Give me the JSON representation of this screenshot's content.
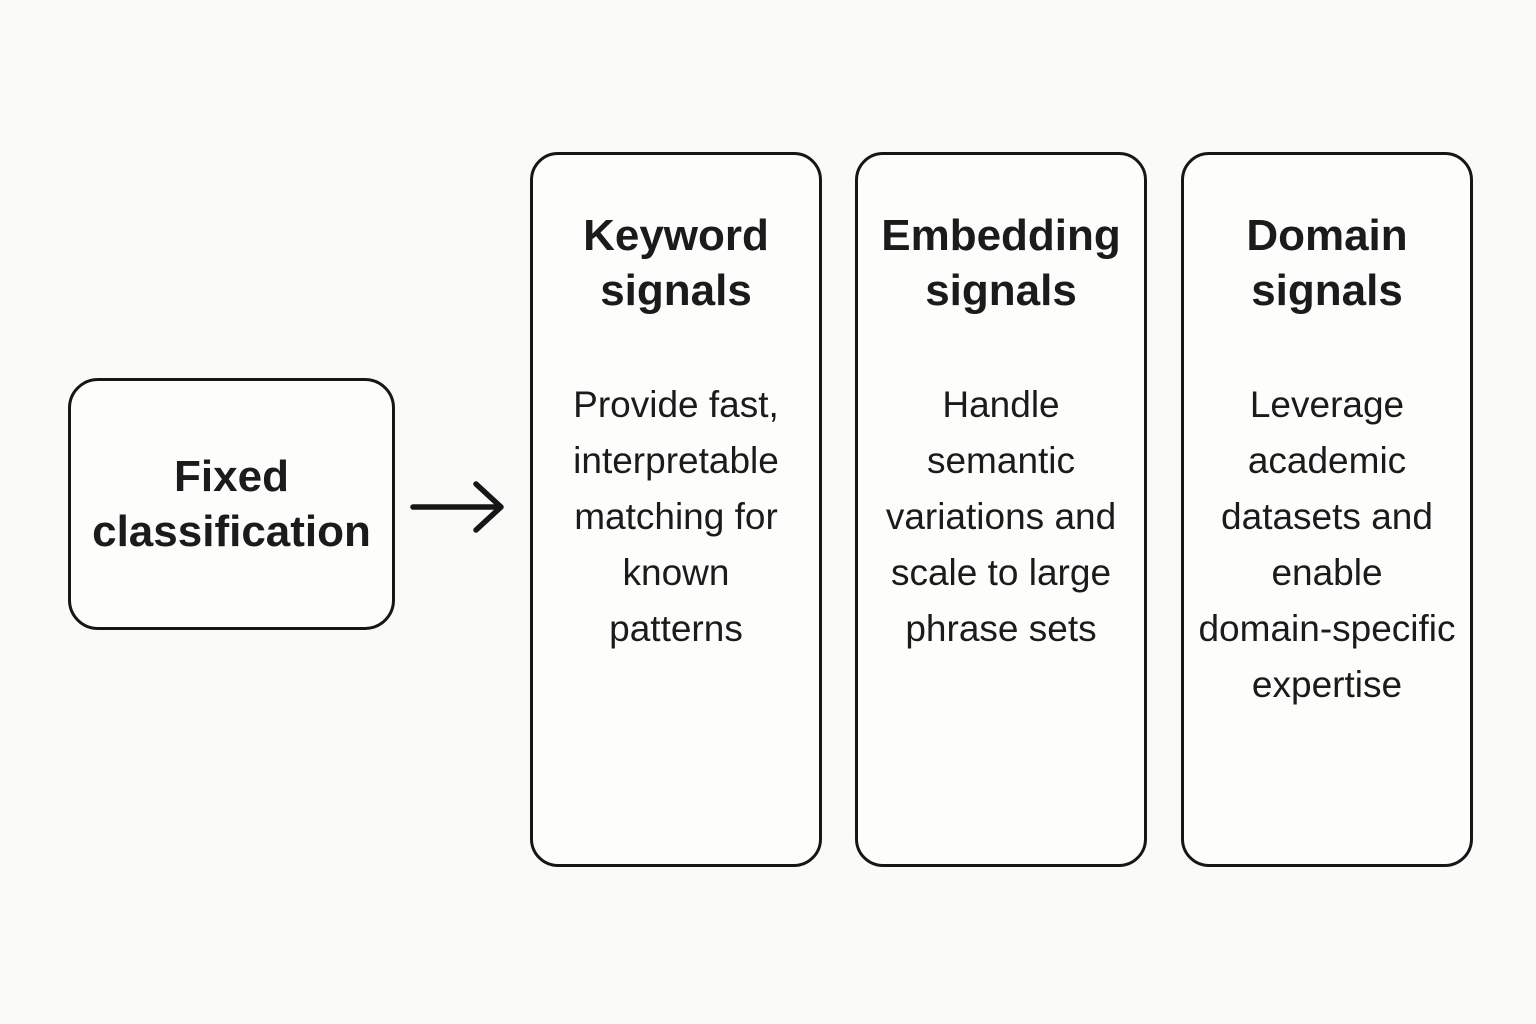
{
  "diagram": {
    "source_node": {
      "label": "Fixed\nclassification"
    },
    "connector": {
      "type": "arrow-right"
    },
    "cards": [
      {
        "id": "keyword-signals",
        "title": "Keyword\nsignals",
        "body": "Provide fast,\ninterpretable\nmatching for\nknown\npatterns"
      },
      {
        "id": "embedding-signals",
        "title": "Embedding\nsignals",
        "body": "Handle\nsemantic\nvariations and\nscale to large\nphrase sets"
      },
      {
        "id": "domain-signals",
        "title": "Domain\nsignals",
        "body": "Leverage\nacademic\ndatasets and\nenable\ndomain-specific\nexpertise"
      }
    ],
    "colors": {
      "background": "#fafaf9",
      "card_fill": "#fdfdfc",
      "stroke": "#161616",
      "text": "#1b1b1b"
    }
  }
}
